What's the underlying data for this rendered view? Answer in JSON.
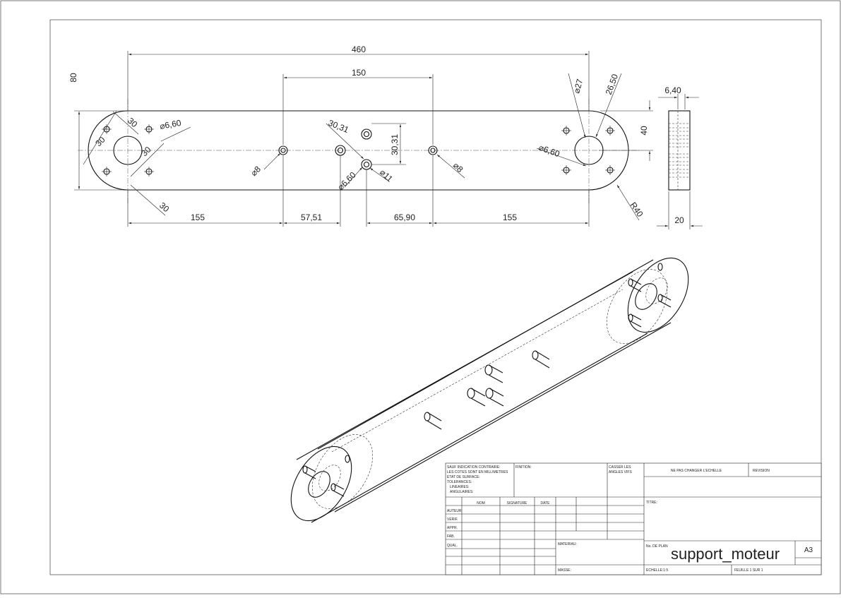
{
  "drawing": {
    "top_view": {
      "overall_length": "460",
      "overall_height": "80",
      "inner_spacing": "150",
      "dia_small_left": "⌀6,60",
      "square_30_top": "30",
      "square_30_left": "30",
      "square_30_mid": "30",
      "square_30_bottom": "30",
      "dia_8_left": "⌀8",
      "dia_8_right": "⌀8",
      "dia_660_center": "⌀6,60",
      "dia_11": "⌀11",
      "spacing_3031_diag": "30,31",
      "spacing_3031_vert": "30,31",
      "dia_27": "⌀27",
      "angle_2650": "26,50",
      "dia_660_right": "⌀6,60",
      "radius": "R40",
      "height_40": "40",
      "bottom_155_left": "155",
      "bottom_5751": "57,51",
      "bottom_6590": "65,90",
      "bottom_155_right": "155"
    },
    "side_view": {
      "depth_640": "6,40",
      "width_20": "20"
    }
  },
  "title_block": {
    "general_note": [
      "SAUF INDICATION CONTRAIRE:",
      "LES COTES SONT EN MILLIMETRES",
      "ETAT DE SURFACE:",
      "TOLERANCES:",
      "LINEAIRES:",
      "ANGULAIRES:"
    ],
    "finition": "FINITION:",
    "casser": [
      "CASSER LES",
      "ANGLES VIFS"
    ],
    "no_scale": "NE PAS CHANGER L'ECHELLE",
    "revision": "REVISION",
    "col_nom": "NOM",
    "col_signature": "SIGNATURE",
    "col_date": "DATE",
    "rows": [
      "AUTEUR",
      "VERIF.",
      "APPR.",
      "FAB.",
      "QUAL."
    ],
    "titre": "TITRE:",
    "materiau": "MATERIAU:",
    "no_plan": "No. DE PLAN",
    "part_name": "support_moteur",
    "format": "A3",
    "masse": "MASSE:",
    "echelle": "ECHELLE:1:5",
    "feuille": "FEUILLE 1 SUR 1"
  }
}
